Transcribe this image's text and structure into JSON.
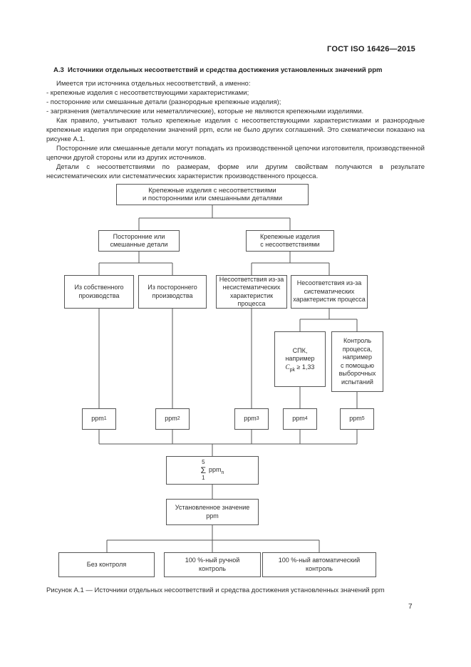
{
  "page": {
    "header": "ГОСТ ISO 16426—2015",
    "page_number": "7"
  },
  "section": {
    "heading": "А.3  Источники отдельных несоответствий и средства достижения установленных значений ppm",
    "paragraphs": {
      "intro": "Имеется три источника отдельных несоответствий, а именно:",
      "list": [
        "- крепежные изделия с несоответствующими характеристиками;",
        "- посторонние или смешанные детали (разнородные крепежные изделия);",
        "- загрязнения (металлические или неметаллические), которые не являются крепежными изделиями."
      ],
      "p2": "Как правило, учитывают только крепежные изделия с несоответствующими характеристиками и разнородные крепежные изделия при определении значений ppm, если не было других соглашений. Это схематически показано на рисунке А.1.",
      "p3": "Посторонние или смешанные детали могут попадать из производственной цепочки изготовителя, производственной цепочки другой стороны или из других источников.",
      "p4": "Детали с несоответствиями по размерам, форме или другим свойствам получаются в результате несистематических или систематических характеристик производственного процесса."
    }
  },
  "flowchart": {
    "boxes": {
      "root": "Крепежные изделия с несоответствиями\nи посторонними или смешанными деталями",
      "foreign": "Посторонние или\nсмешанные детали",
      "nonconforming": "Крепежные изделия\nс несоответствиями",
      "own_production": "Из собственного\nпроизводства",
      "outside_production": "Из постороннего\nпроизводства",
      "nonsystematic": "Несоответствия из-за\nнесистематических\nхарактеристик\nпроцесса",
      "systematic": "Несоответствия из-за\nсистематических\nхарактеристик процесса",
      "spc_line1": "СПК,",
      "spc_line2": "например",
      "cpk_symbol": "C",
      "cpk_sub": "pk",
      "cpk_condition": " ≥ 1,33",
      "process_control": "Контроль\nпроцесса,\nнапример\nс помощью\nвыборочных\nиспытаний",
      "ppm_base": "ppm",
      "ppm_subs": [
        "1",
        "2",
        "3",
        "4",
        "5"
      ],
      "sum_upper": "5",
      "sum_sigma": "Σ",
      "sum_lower": "1",
      "sum_base": "ppm",
      "sum_sub": "n",
      "target_value": "Установленное значение\nppm",
      "no_control": "Без контроля",
      "manual_control": "100 %-ный ручной\nконтроль",
      "auto_control": "100 %-ный автоматический\nконтроль"
    },
    "caption": "Рисунок А.1 — Источники отдельных несоответствий и средства достижения установленных значений ppm"
  },
  "colors": {
    "page_background": "#ffffff",
    "text": "#2e2e2e",
    "box_border": "#565656",
    "connector_line": "#565656"
  }
}
